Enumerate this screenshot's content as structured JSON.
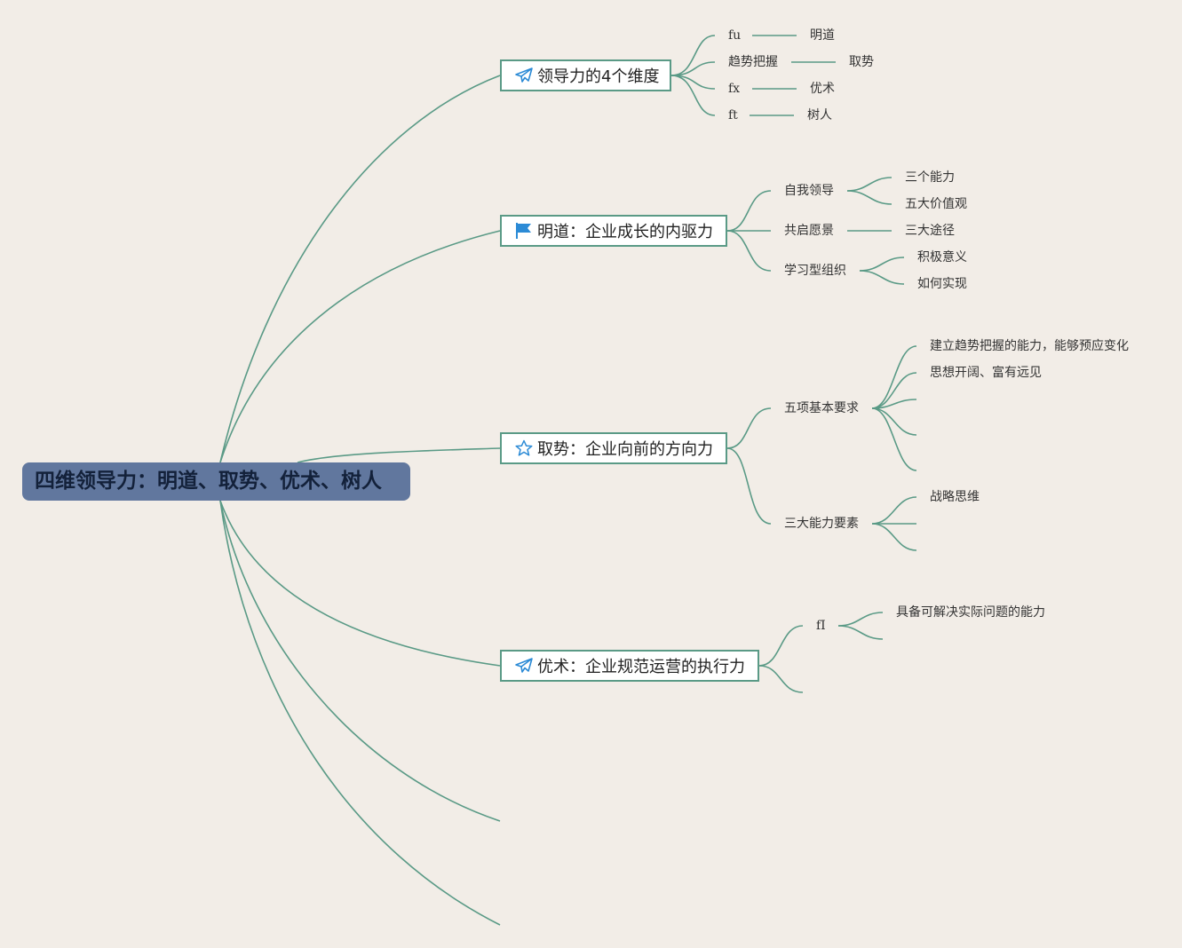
{
  "colors": {
    "background": "#f2ede7",
    "edge": "#5a9a86",
    "root_fill": "#61779e",
    "topic_border": "#5a9a86",
    "icon_blue": "#2c8bd6"
  },
  "root": {
    "label": "四维领导力：明道、取势、优术、树人"
  },
  "topics": [
    {
      "icon": "paper-plane-icon",
      "label": "领导力的4个维度",
      "children": [
        {
          "label": "fu",
          "child": "明道"
        },
        {
          "label": "趋势把握",
          "child": "取势"
        },
        {
          "label": "fx",
          "child": "优术"
        },
        {
          "label": "ft",
          "child": "树人"
        }
      ]
    },
    {
      "icon": "flag-icon",
      "label": "明道：企业成长的内驱力",
      "children": [
        {
          "label": "自我领导",
          "children": [
            "三个能力",
            "五大价值观"
          ]
        },
        {
          "label": "共启愿景",
          "children": [
            "三大途径"
          ]
        },
        {
          "label": "学习型组织",
          "children": [
            "积极意义",
            "如何实现"
          ]
        }
      ]
    },
    {
      "icon": "star-icon",
      "label": "取势：企业向前的方向力",
      "children": [
        {
          "label": "五项基本要求",
          "children": [
            "建立趋势把握的能力，能够预应变化",
            "思想开阔、富有远见"
          ]
        },
        {
          "label": "三大能力要素",
          "children": [
            "战略思维"
          ]
        }
      ]
    },
    {
      "icon": "paper-plane-icon",
      "label": "优术：企业规范运营的执行力",
      "children": [
        {
          "label": "fI",
          "children": [
            "具备可解决实际问题的能力"
          ]
        }
      ]
    }
  ]
}
